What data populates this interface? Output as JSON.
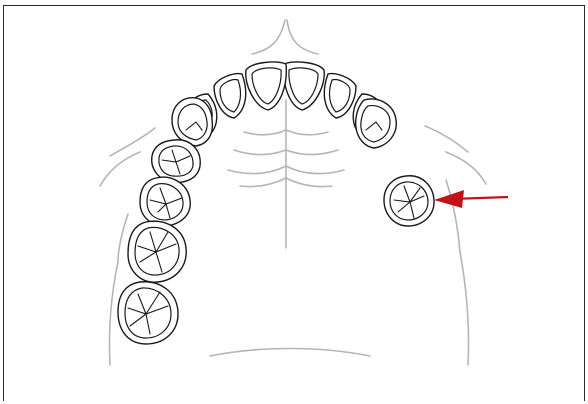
{
  "figure": {
    "subject": "maxillary-arch-occlusal-view",
    "arrow_color": "#c0141b",
    "line_color": "#1a1a1a",
    "soft_tissue_color": "#b5b5b5"
  },
  "teeth": {
    "anterior": [
      "left-central-incisor",
      "right-central-incisor",
      "left-lateral-incisor",
      "right-lateral-incisor",
      "left-canine",
      "right-canine",
      "left-first-premolar",
      "right-first-premolar"
    ],
    "posterior_left": [
      "left-second-premolar",
      "left-first-molar",
      "left-second-molar",
      "left-third-molar"
    ],
    "isolated_right": "right-isolated-premolar"
  },
  "annotation": {
    "arrow_target": "right-isolated-premolar"
  }
}
